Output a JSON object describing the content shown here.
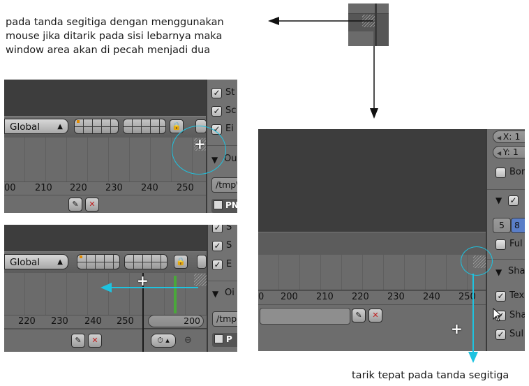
{
  "caption_top": [
    "pada tanda segitiga dengan menggunakan",
    "mouse jika ditarik pada sisi lebarnya maka",
    "window area akan di pecah menjadi dua"
  ],
  "caption_bottom": "tarik tepat pada tanda segitiga",
  "colors": {
    "annotation_cyan": "#1ec3e0",
    "arrow_black": "#111111",
    "split_line_green": "#4aa83a",
    "header_gray": "#646464",
    "timeline_gray": "#6b6b6b",
    "view_dark": "#3d3d3d"
  },
  "panel_top_left": {
    "dropdown": "Global",
    "ruler": [
      "00",
      "210",
      "220",
      "230",
      "240",
      "250"
    ],
    "sidebar_items": [
      {
        "checked": true,
        "label": "St"
      },
      {
        "checked": true,
        "label": "Sc"
      },
      {
        "checked": true,
        "label": "Ei"
      }
    ],
    "section": "Ou",
    "path": "/tmp\\",
    "button": "PN"
  },
  "panel_bottom_left": {
    "dropdown": "Global",
    "ruler": [
      "220",
      "230",
      "240",
      "250"
    ],
    "frame_value": "200",
    "sidebar_items": [
      {
        "checked": true,
        "label": "S"
      },
      {
        "checked": true,
        "label": "S"
      },
      {
        "checked": true,
        "label": "E"
      }
    ],
    "section": "Oi",
    "path": "/tmp",
    "button": "P"
  },
  "panel_right": {
    "fields": [
      "X: 1",
      "Y: 1"
    ],
    "ruler": [
      "0",
      "200",
      "210",
      "220",
      "230",
      "240",
      "250"
    ],
    "sidebar_items": [
      {
        "checked": false,
        "label": "Bor"
      },
      {
        "checked": true,
        "label": ""
      },
      {
        "checked": false,
        "label": "Ful"
      },
      {
        "checked": true,
        "label": "Tex"
      },
      {
        "checked": true,
        "label": "Sha"
      },
      {
        "checked": true,
        "label": "Sul"
      }
    ],
    "number_fields": [
      "5",
      "8"
    ],
    "section": "Sha"
  },
  "icons": {
    "lock": "lock-icon",
    "eyedropper": "eyedropper-icon",
    "eyedropper_off": "eyedropper-cancel-icon",
    "cursor": "mouse-pointer-icon",
    "move": "move-cursor-icon"
  }
}
